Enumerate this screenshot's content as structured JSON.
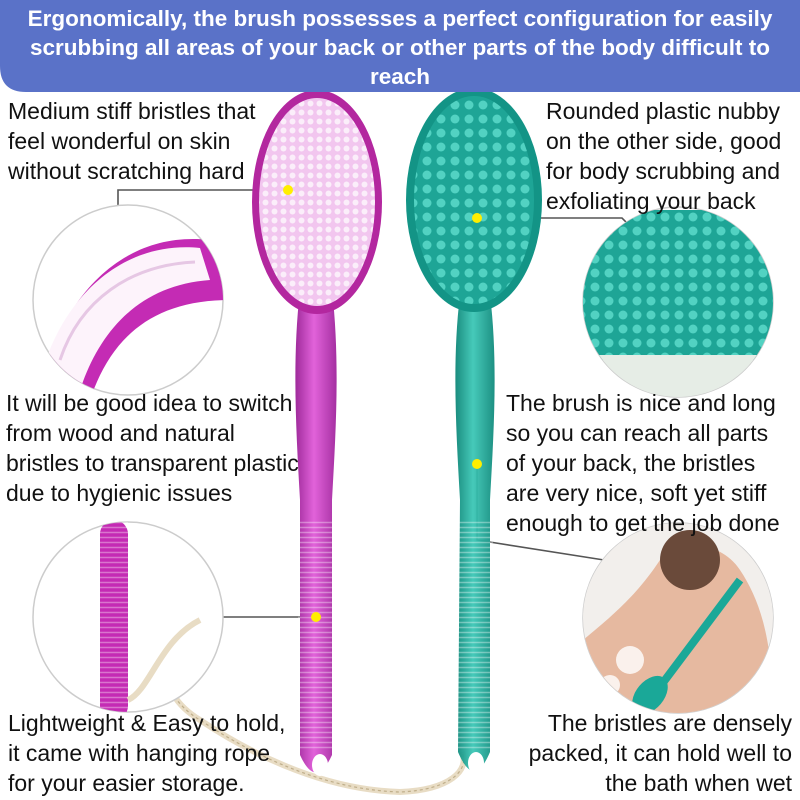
{
  "banner": {
    "text": "Ergonomically, the brush possesses a perfect configuration for easily scrubbing all areas of your back or other parts of the body difficult to reach",
    "bg_color": "#5a72c8",
    "text_color": "#ffffff"
  },
  "captions": {
    "bristles": "Medium stiff bristles that\nfeel wonderful on skin\nwithout scratching hard",
    "nubby": "Rounded plastic nubby\non the other side, good\nfor body scrubbing and\nexfoliating your back",
    "hygiene": "It will be good idea to switch\nfrom wood and natural\nbristles to transparent plastic\ndue to hygienic issues",
    "long": "The brush is nice and long\nso you can reach all parts\nof your back, the bristles\nare very nice, soft yet stiff\nenough to get the job done",
    "light": "Lightweight & Easy to hold,\nit came with hanging rope\nfor your easier storage.",
    "dense": "The bristles are densely\npacked, it can hold well to\nthe bath when wet"
  },
  "colors": {
    "pink_brush": "#c02ab8",
    "teal_brush": "#1aa898",
    "marker": "#ffee00",
    "connector": "#555555"
  }
}
